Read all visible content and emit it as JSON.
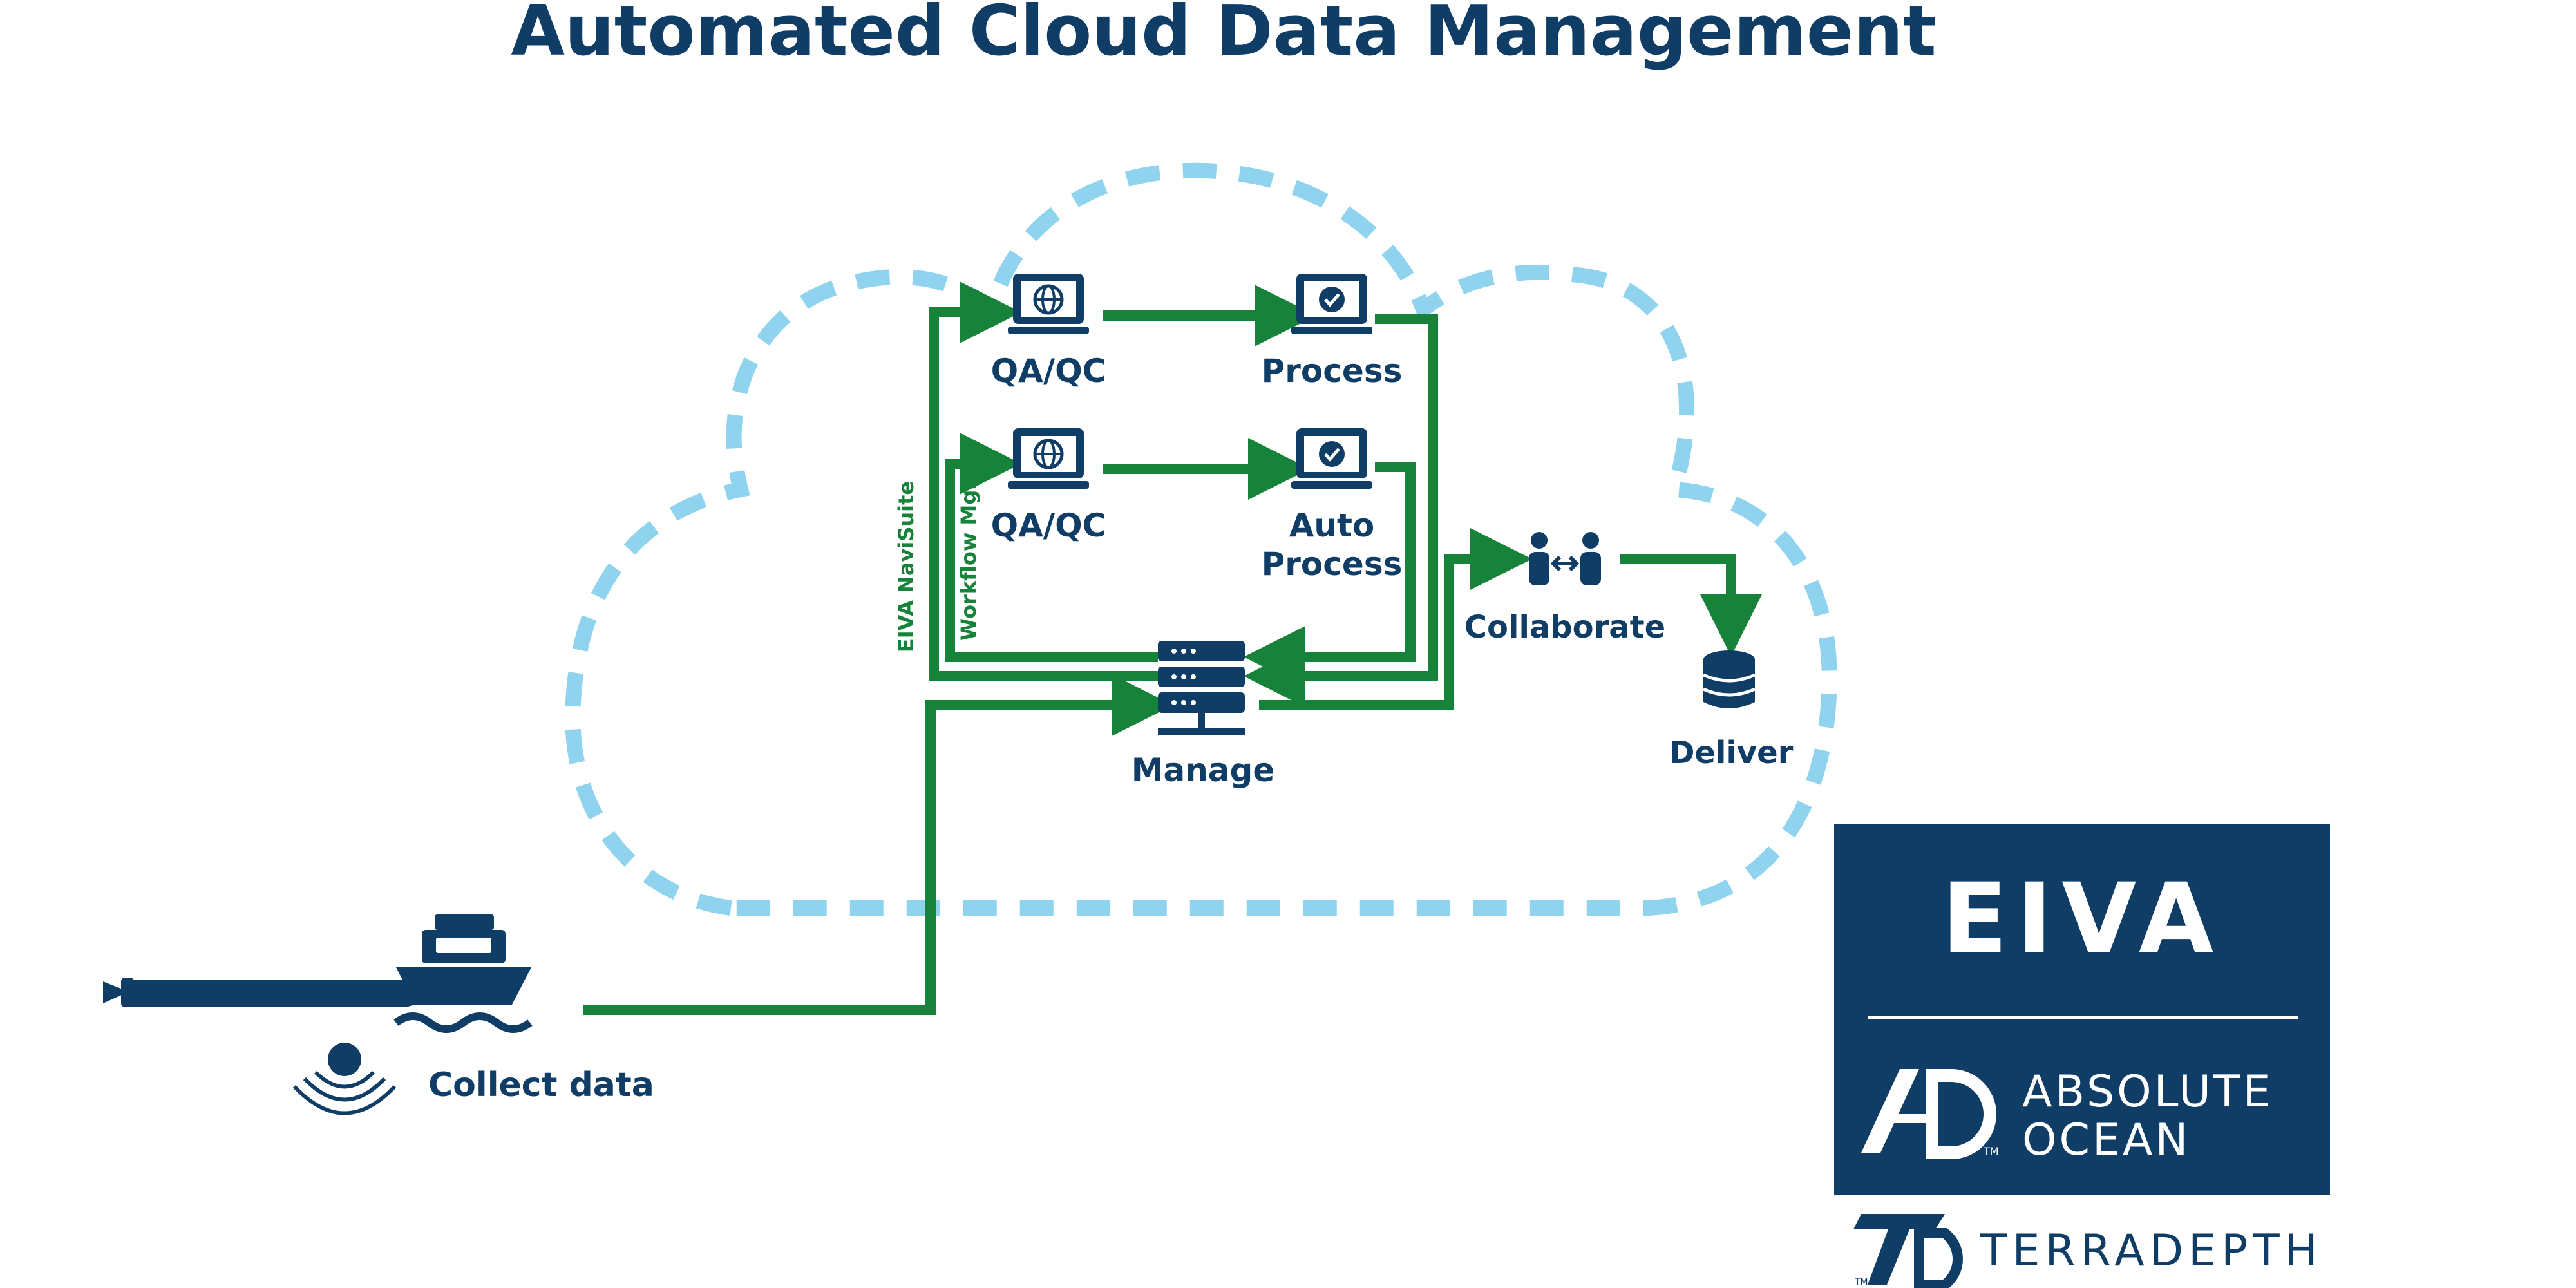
{
  "title": "Automated Cloud Data Management",
  "nodes": {
    "qaqc_top": "QA/QC",
    "process": "Process",
    "qaqc_bottom": "QA/QC",
    "auto_process_line1": "Auto",
    "auto_process_line2": "Process",
    "manage": "Manage",
    "collaborate": "Collaborate",
    "deliver": "Deliver",
    "collect": "Collect data"
  },
  "side_labels": {
    "navisuite": "EIVA NaviSuite",
    "workflow": "Workflow Mgr"
  },
  "branding": {
    "eiva": "EIVA",
    "absolute_line1": "ABSOLUTE",
    "absolute_line2": "OCEAN",
    "tm": "TM",
    "terradepth": "TERRADEPTH"
  },
  "colors": {
    "navy": "#0f3d66",
    "flow_green": "#17823a",
    "cloud_dash": "#8fd3ee",
    "white": "#ffffff"
  },
  "icons": [
    "laptop-globe-icon",
    "laptop-check-icon",
    "server-icon",
    "collaborate-icon",
    "database-icon",
    "submarine-icon",
    "ship-icon",
    "sonar-icon"
  ]
}
